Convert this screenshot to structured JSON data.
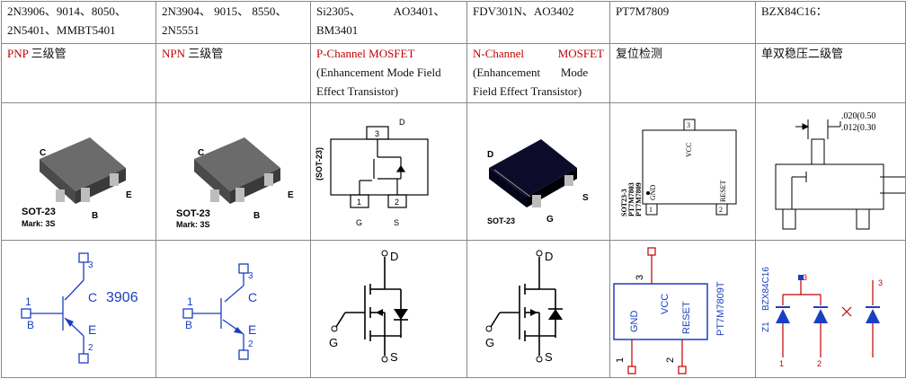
{
  "columns": [
    {
      "parts_line1": "2N3906、9014、8050、",
      "parts_line2": "2N5401、MMBT5401",
      "type_red": "PNP",
      "type_rest": " 三级管",
      "pkg": {
        "left": "C",
        "right": "E",
        "bottom": "B",
        "name": "SOT-23",
        "mark": "Mark: 3S"
      },
      "sym": {
        "pin1": "1",
        "pin2": "2",
        "pin3": "3",
        "b": "B",
        "c": "C",
        "e": "E",
        "value": "3906"
      }
    },
    {
      "parts_line1": "2N3904、 9015、 8550、",
      "parts_line2": "2N5551",
      "type_red": "NPN",
      "type_rest": " 三级管",
      "pkg": {
        "left": "C",
        "right": "E",
        "bottom": "B",
        "name": "SOT-23",
        "mark": "Mark: 3S"
      },
      "sym": {
        "pin1": "1",
        "pin2": "2",
        "pin3": "3",
        "b": "B",
        "c": "C",
        "e": "E"
      }
    },
    {
      "parts_line1": "Si2305、           AO3401、",
      "parts_line2": "BM3401",
      "type_red": "P-Channel MOSFET",
      "desc_line1": "(Enhancement Mode Field",
      "desc_line2": "Effect Transistor)",
      "pkg": {
        "top": "D",
        "label": "(SOT-23)",
        "pin1": "1",
        "pin2": "2",
        "pin3": "3",
        "g": "G",
        "s": "S"
      },
      "sym": {
        "d": "D",
        "g": "G",
        "s": "S"
      }
    },
    {
      "parts_line1": "FDV301N、AO3402",
      "type_red_a": "N-Channel",
      "type_red_b": "MOSFET",
      "desc_line1": "(Enhancement       Mode",
      "desc_line2": "Field Effect Transistor)",
      "pkg": {
        "d": "D",
        "g": "G",
        "s": "S",
        "name": "SOT-23"
      },
      "sym": {
        "d": "D",
        "g": "G",
        "s": "S"
      }
    },
    {
      "parts_line1": "PT7M7809",
      "type_text": "复位检测",
      "pkg": {
        "side1": "SOT23-3",
        "side2": "PT7M7803",
        "side3": "PT7M7809",
        "vcc": "VCC",
        "gnd": "GND",
        "reset": "RESET",
        "pin1": "1",
        "pin2": "2",
        "pin3": "3"
      },
      "sym": {
        "vcc": "VCC",
        "gnd": "GND",
        "reset": "RESET",
        "part": "PT7M7809T",
        "pin1": "1",
        "pin2": "2",
        "pin3": "3"
      }
    },
    {
      "parts_line1": "BZX84C16：",
      "type_text": "单双稳压二级管",
      "pkg": {
        "dim1": ".020(0.50",
        "dim2": ".012(0.30"
      },
      "sym": {
        "part": "BZX84C16",
        "ref": "Z1",
        "pin1": "1",
        "pin2": "2",
        "pin3": "3"
      }
    }
  ]
}
